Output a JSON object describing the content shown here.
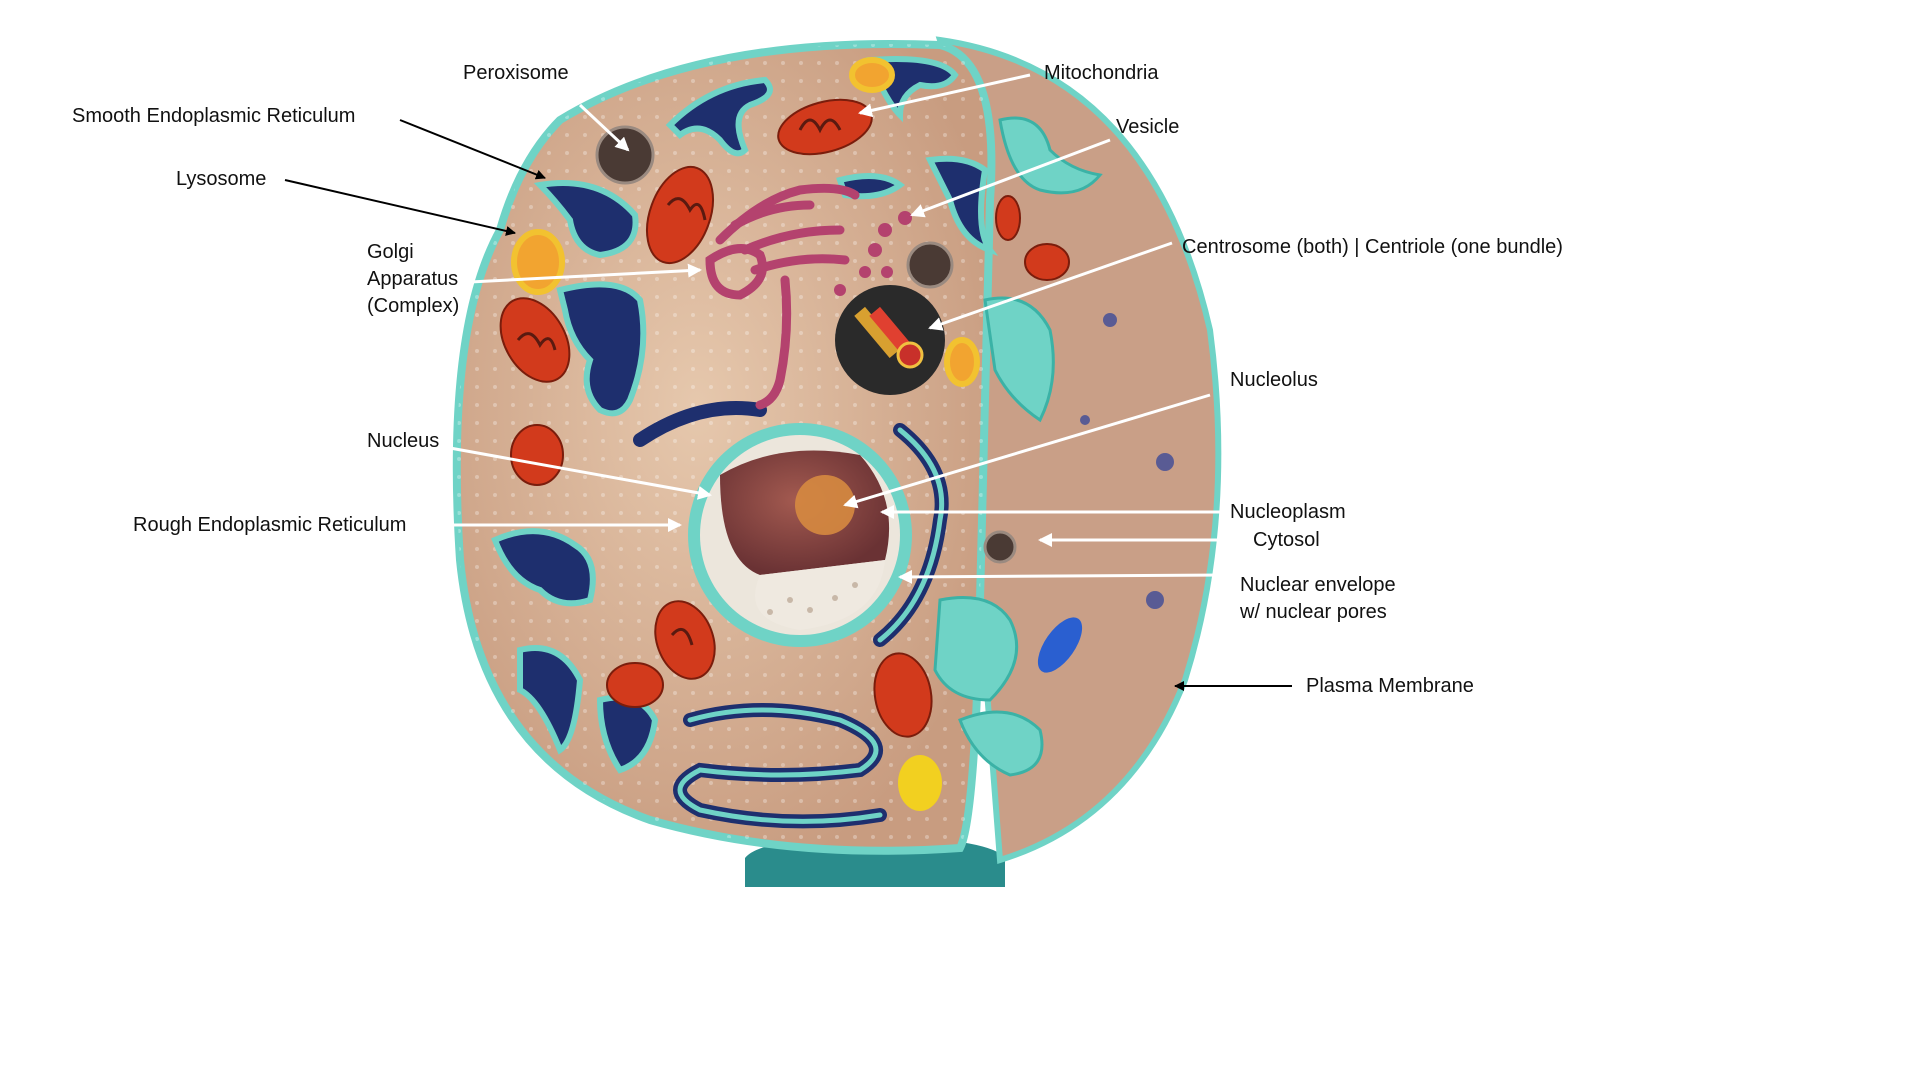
{
  "labels": {
    "peroxisome": "Peroxisome",
    "smooth_er": "Smooth Endoplasmic Reticulum",
    "lysosome": "Lysosome",
    "golgi": [
      "Golgi",
      "Apparatus",
      "(Complex)"
    ],
    "nucleus": "Nucleus",
    "rough_er": "Rough Endoplasmic Reticulum",
    "mitochondria": "Mitochondria",
    "vesicle": "Vesicle",
    "centrosome": "Centrosome (both) | Centriole (one bundle)",
    "nucleolus": "Nucleolus",
    "nucleoplasm": "Nucleoplasm",
    "cytosol": "Cytosol",
    "nuclear_envelope": [
      "Nuclear envelope",
      "w/ nuclear pores"
    ],
    "plasma_membrane": "Plasma Membrane"
  },
  "colors": {
    "membrane": "#6fd3c6",
    "cytoplasm": "#d9b59a",
    "er_dark": "#1e2f6e",
    "mitochondria": "#d23a1c",
    "golgi": "#b4426e",
    "lysosome": "#f2c230",
    "nucleus_shell": "#ece6dc",
    "nucleus_inner": "#8a4a48",
    "peroxisome": "#4a3a34",
    "stand": "#2a8c8c",
    "arrow": "#000000"
  }
}
